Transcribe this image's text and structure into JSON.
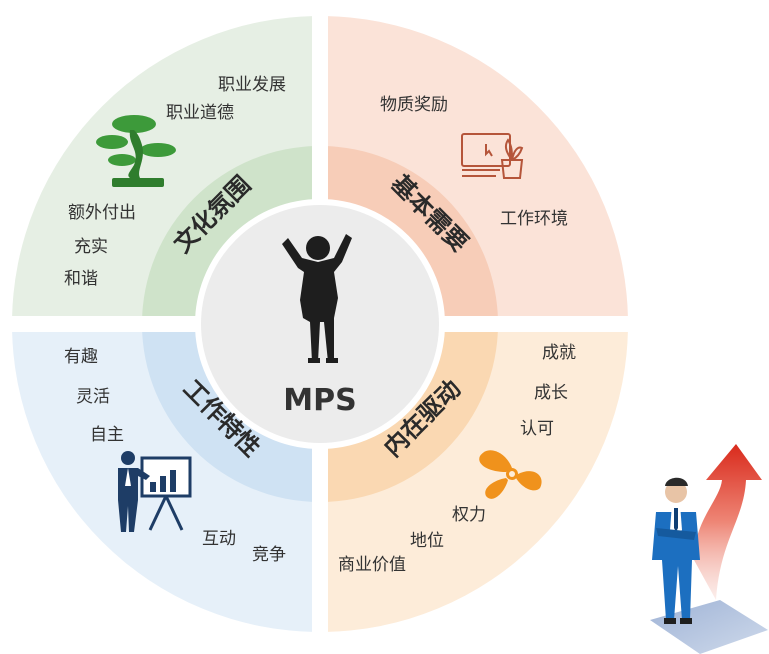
{
  "center": {
    "label": "MPS"
  },
  "quadrants": [
    {
      "title": "文化氛围",
      "colors": {
        "outer": "#e6efe4",
        "ring": "#cfe3ca"
      },
      "items": [
        "职业发展",
        "职业道德",
        "额外付出",
        "充实",
        "和谐"
      ],
      "icon": "bonsai-tree-icon"
    },
    {
      "title": "基本需要",
      "colors": {
        "outer": "#fbe3d8",
        "ring": "#f7cdb8"
      },
      "items": [
        "物质奖励",
        "工作环境"
      ],
      "icon": "computer-plant-icon"
    },
    {
      "title": "工作特性",
      "colors": {
        "outer": "#e6f0f9",
        "ring": "#cfe2f3"
      },
      "items": [
        "有趣",
        "灵活",
        "自主",
        "互动",
        "竞争"
      ],
      "icon": "presenter-chart-icon"
    },
    {
      "title": "内在驱动",
      "colors": {
        "outer": "#fdecd9",
        "ring": "#fad8b2"
      },
      "items": [
        "成就",
        "成长",
        "认可",
        "权力",
        "地位",
        "商业价值"
      ],
      "icon": "fan-icon"
    }
  ],
  "icons": {
    "center_figure": "celebrating-person-icon",
    "businessman": "businessman-arrow-icon"
  },
  "colors": {
    "center_circle": "#ececec",
    "divider": "#ffffff",
    "title_text": "#2a2a2a",
    "item_text": "#333333",
    "arrow_top": "#d92a1c",
    "arrow_bottom": "#f5b5a8",
    "suit": "#1c6fc0"
  }
}
